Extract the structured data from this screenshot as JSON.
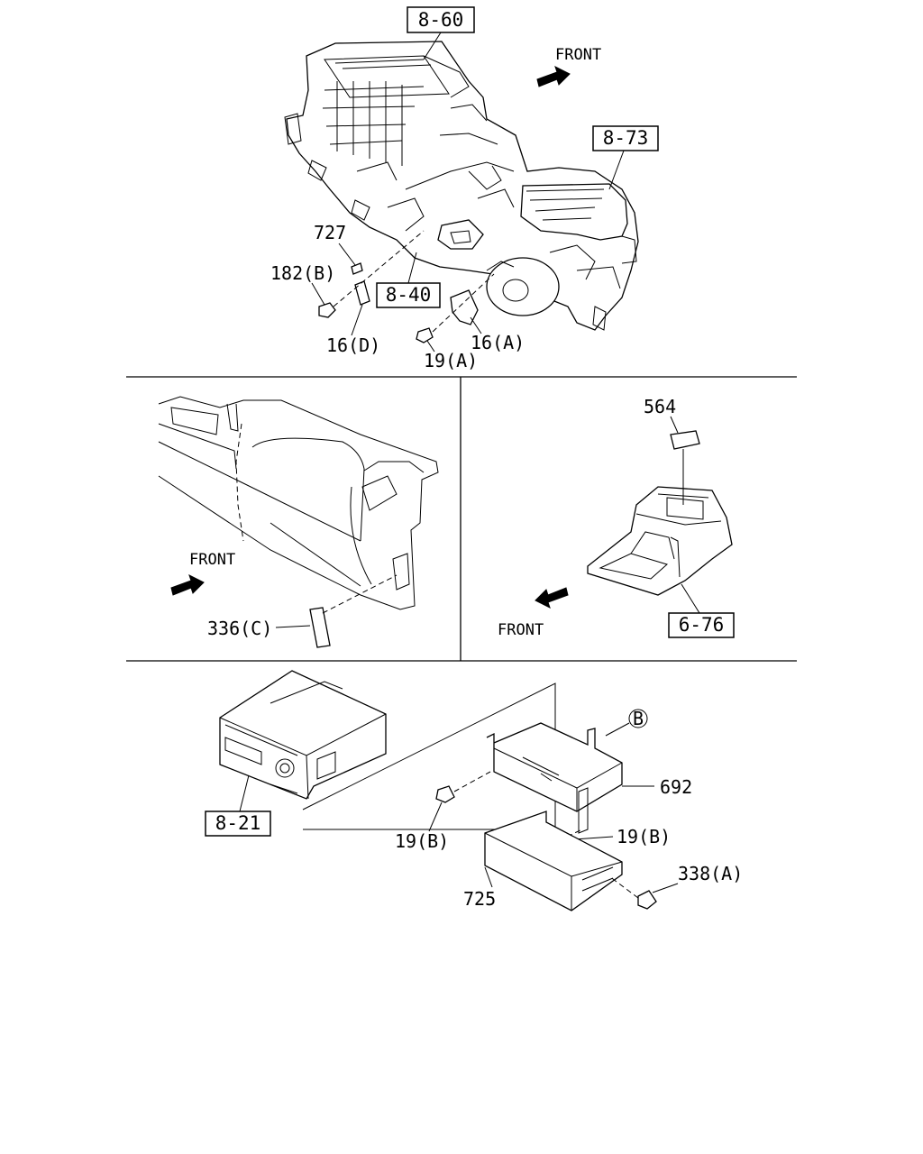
{
  "top_section": {
    "ref_boxes": {
      "hvac_unit": "8-60",
      "blower_unit": "8-73",
      "duct": "8-40"
    },
    "front_label": "FRONT",
    "labels": {
      "p727": "727",
      "p182b": "182(B)",
      "p16d": "16(D)",
      "p19a": "19(A)",
      "p16a": "16(A)"
    }
  },
  "middle_left": {
    "front_label": "FRONT",
    "labels": {
      "p336c": "336(C)"
    }
  },
  "middle_right": {
    "ref_boxes": {
      "console": "6-76"
    },
    "front_label": "FRONT",
    "labels": {
      "p564": "564"
    }
  },
  "bottom_section": {
    "ref_boxes": {
      "radio": "8-21"
    },
    "circle_label": "B",
    "labels": {
      "p692": "692",
      "p19b_left": "19(B)",
      "p19b_right": "19(B)",
      "p725": "725",
      "p338a": "338(A)"
    }
  }
}
